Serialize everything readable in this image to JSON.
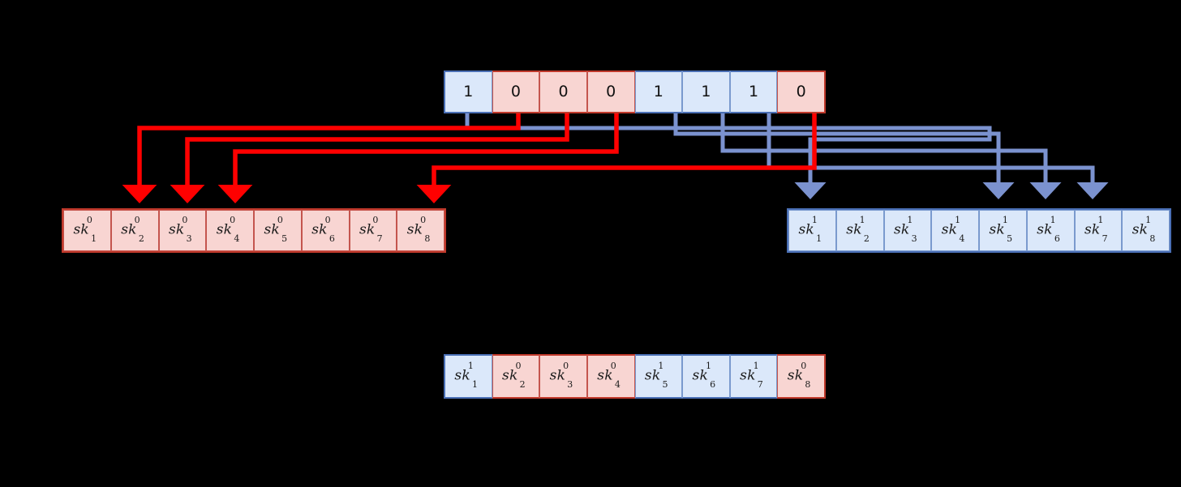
{
  "diagram": {
    "title": "Lamport one-time signature key selection",
    "type": "signature-scheme-wiring"
  },
  "colors": {
    "bit_one_fill": "#dbe8fa",
    "bit_one_border": "#7a9ace",
    "bit_zero_fill": "#f8d5d2",
    "bit_zero_border": "#c4554e",
    "wire_zero": "#ff0000",
    "wire_one": "#7b92cf",
    "background": "#000000"
  },
  "message": {
    "label": "message-bits",
    "bits": [
      "1",
      "0",
      "0",
      "0",
      "1",
      "1",
      "1",
      "0"
    ],
    "bit_kinds": [
      "blue",
      "red",
      "red",
      "red",
      "blue",
      "blue",
      "blue",
      "red"
    ]
  },
  "sk0_array": {
    "label": "secret-key-zero-array",
    "cells": [
      {
        "base": "sk",
        "sup": "0",
        "sub": "1",
        "kind": "red"
      },
      {
        "base": "sk",
        "sup": "0",
        "sub": "2",
        "kind": "red"
      },
      {
        "base": "sk",
        "sup": "0",
        "sub": "3",
        "kind": "red"
      },
      {
        "base": "sk",
        "sup": "0",
        "sub": "4",
        "kind": "red"
      },
      {
        "base": "sk",
        "sup": "0",
        "sub": "5",
        "kind": "red"
      },
      {
        "base": "sk",
        "sup": "0",
        "sub": "6",
        "kind": "red"
      },
      {
        "base": "sk",
        "sup": "0",
        "sub": "7",
        "kind": "red"
      },
      {
        "base": "sk",
        "sup": "0",
        "sub": "8",
        "kind": "red"
      }
    ],
    "selected_indices": [
      2,
      3,
      4,
      8
    ]
  },
  "sk1_array": {
    "label": "secret-key-one-array",
    "cells": [
      {
        "base": "sk",
        "sup": "1",
        "sub": "1",
        "kind": "blue"
      },
      {
        "base": "sk",
        "sup": "1",
        "sub": "2",
        "kind": "blue"
      },
      {
        "base": "sk",
        "sup": "1",
        "sub": "3",
        "kind": "blue"
      },
      {
        "base": "sk",
        "sup": "1",
        "sub": "4",
        "kind": "blue"
      },
      {
        "base": "sk",
        "sup": "1",
        "sub": "5",
        "kind": "blue"
      },
      {
        "base": "sk",
        "sup": "1",
        "sub": "6",
        "kind": "blue"
      },
      {
        "base": "sk",
        "sup": "1",
        "sub": "7",
        "kind": "blue"
      },
      {
        "base": "sk",
        "sup": "1",
        "sub": "8",
        "kind": "blue"
      }
    ],
    "selected_indices": [
      1,
      5,
      6,
      7
    ]
  },
  "signature": {
    "label": "signature-array",
    "cells": [
      {
        "base": "sk",
        "sup": "1",
        "sub": "1",
        "kind": "blue"
      },
      {
        "base": "sk",
        "sup": "0",
        "sub": "2",
        "kind": "red"
      },
      {
        "base": "sk",
        "sup": "0",
        "sub": "3",
        "kind": "red"
      },
      {
        "base": "sk",
        "sup": "0",
        "sub": "4",
        "kind": "red"
      },
      {
        "base": "sk",
        "sup": "1",
        "sub": "5",
        "kind": "blue"
      },
      {
        "base": "sk",
        "sup": "1",
        "sub": "6",
        "kind": "blue"
      },
      {
        "base": "sk",
        "sup": "1",
        "sub": "7",
        "kind": "blue"
      },
      {
        "base": "sk",
        "sup": "0",
        "sub": "8",
        "kind": "red"
      }
    ]
  }
}
